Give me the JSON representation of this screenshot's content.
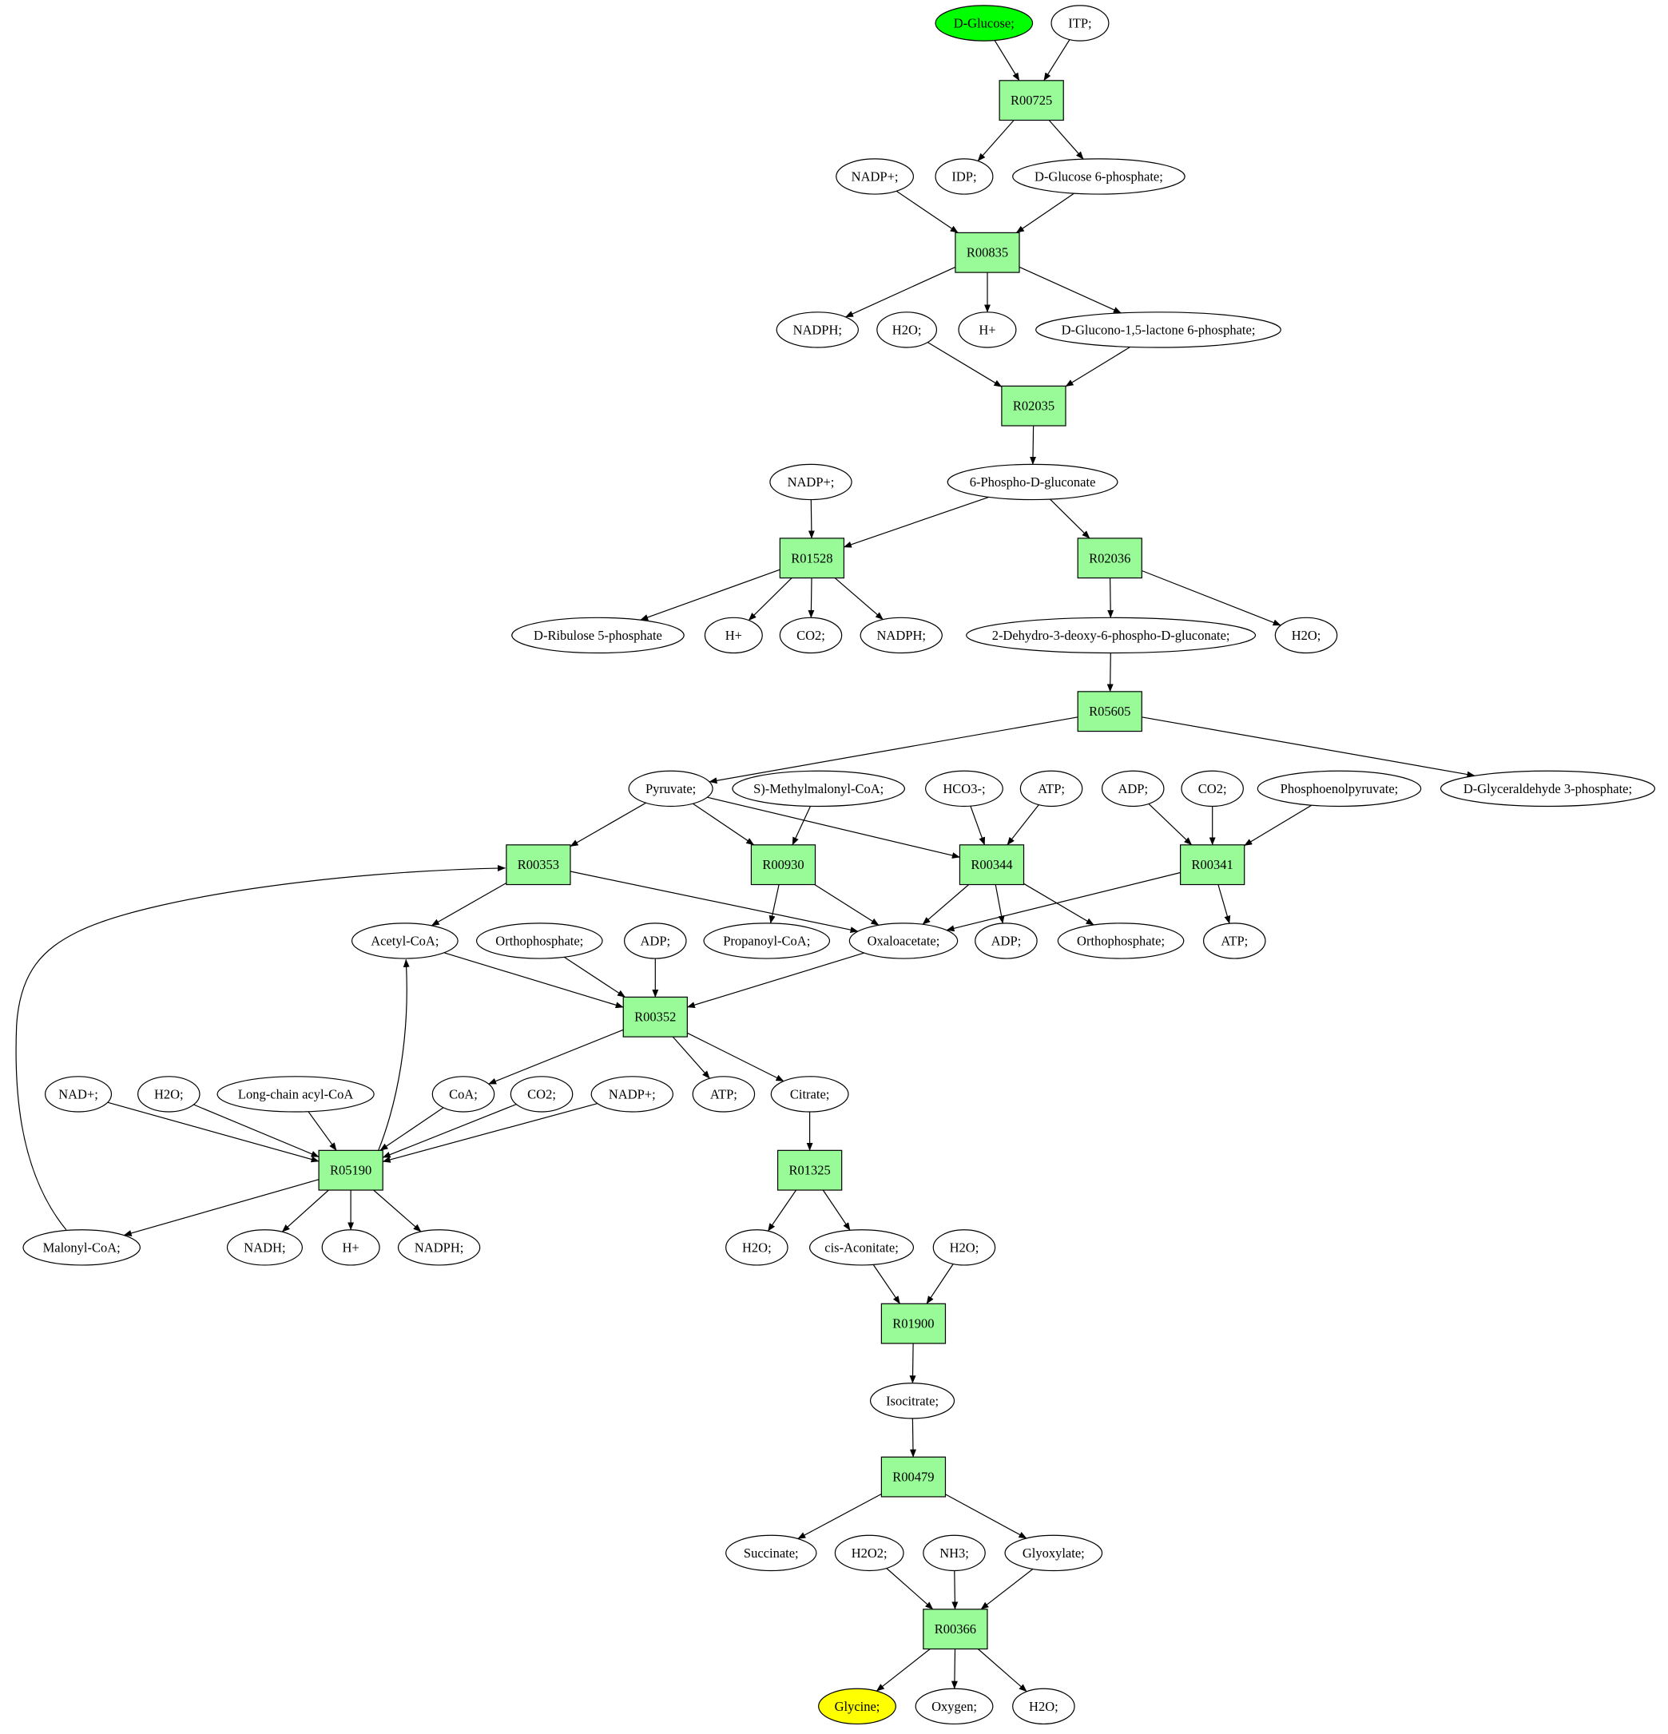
{
  "colors": {
    "reaction_fill": "#98fb98",
    "metabolite_fill": "#ffffff",
    "start_fill": "#00ff00",
    "target_fill": "#ffff00",
    "stroke": "#000000"
  },
  "nodes": {
    "glucose": {
      "label": "D-Glucose;",
      "type": "start"
    },
    "itp": {
      "label": "ITP;",
      "type": "metabolite"
    },
    "R00725": {
      "label": "R00725",
      "type": "reaction"
    },
    "nadp_1": {
      "label": "NADP+;",
      "type": "metabolite"
    },
    "idp": {
      "label": "IDP;",
      "type": "metabolite"
    },
    "g6p": {
      "label": "D-Glucose 6-phosphate;",
      "type": "metabolite"
    },
    "R00835": {
      "label": "R00835",
      "type": "reaction"
    },
    "nadph_1": {
      "label": "NADPH;",
      "type": "metabolite"
    },
    "h2o_1": {
      "label": "H2O;",
      "type": "metabolite"
    },
    "hplus_1": {
      "label": "H+",
      "type": "metabolite"
    },
    "glucono": {
      "label": "D-Glucono-1,5-lactone 6-phosphate;",
      "type": "metabolite"
    },
    "R02035": {
      "label": "R02035",
      "type": "reaction"
    },
    "nadp_2": {
      "label": "NADP+;",
      "type": "metabolite"
    },
    "phosphogluconate": {
      "label": "6-Phospho-D-gluconate",
      "type": "metabolite"
    },
    "R01528": {
      "label": "R01528",
      "type": "reaction"
    },
    "R02036": {
      "label": "R02036",
      "type": "reaction"
    },
    "ribulose": {
      "label": "D-Ribulose 5-phosphate",
      "type": "metabolite"
    },
    "hplus_2": {
      "label": "H+",
      "type": "metabolite"
    },
    "co2_1": {
      "label": "CO2;",
      "type": "metabolite"
    },
    "nadph_2": {
      "label": "NADPH;",
      "type": "metabolite"
    },
    "kdpg": {
      "label": "2-Dehydro-3-deoxy-6-phospho-D-gluconate;",
      "type": "metabolite"
    },
    "h2o_2": {
      "label": "H2O;",
      "type": "metabolite"
    },
    "R05605": {
      "label": "R05605",
      "type": "reaction"
    },
    "pyruvate": {
      "label": "Pyruvate;",
      "type": "metabolite"
    },
    "methylmalonyl": {
      "label": "S)-Methylmalonyl-CoA;",
      "type": "metabolite"
    },
    "hco3": {
      "label": "HCO3-;",
      "type": "metabolite"
    },
    "atp_1": {
      "label": "ATP;",
      "type": "metabolite"
    },
    "adp_1": {
      "label": "ADP;",
      "type": "metabolite"
    },
    "co2_2": {
      "label": "CO2;",
      "type": "metabolite"
    },
    "pep": {
      "label": "Phosphoenolpyruvate;",
      "type": "metabolite"
    },
    "gap": {
      "label": "D-Glyceraldehyde 3-phosphate;",
      "type": "metabolite"
    },
    "R00353": {
      "label": "R00353",
      "type": "reaction"
    },
    "R00930": {
      "label": "R00930",
      "type": "reaction"
    },
    "R00344": {
      "label": "R00344",
      "type": "reaction"
    },
    "R00341": {
      "label": "R00341",
      "type": "reaction"
    },
    "acetylcoa": {
      "label": "Acetyl-CoA;",
      "type": "metabolite"
    },
    "orthophosphate_1": {
      "label": "Orthophosphate;",
      "type": "metabolite"
    },
    "adp_2": {
      "label": "ADP;",
      "type": "metabolite"
    },
    "propanoyl": {
      "label": "Propanoyl-CoA;",
      "type": "metabolite"
    },
    "oxaloacetate": {
      "label": "Oxaloacetate;",
      "type": "metabolite"
    },
    "adp_3": {
      "label": "ADP;",
      "type": "metabolite"
    },
    "orthophosphate_2": {
      "label": "Orthophosphate;",
      "type": "metabolite"
    },
    "atp_2": {
      "label": "ATP;",
      "type": "metabolite"
    },
    "R00352": {
      "label": "R00352",
      "type": "reaction"
    },
    "nad": {
      "label": "NAD+;",
      "type": "metabolite"
    },
    "h2o_3": {
      "label": "H2O;",
      "type": "metabolite"
    },
    "longchain": {
      "label": "Long-chain acyl-CoA",
      "type": "metabolite"
    },
    "coa": {
      "label": "CoA;",
      "type": "metabolite"
    },
    "co2_3": {
      "label": "CO2;",
      "type": "metabolite"
    },
    "nadp_3": {
      "label": "NADP+;",
      "type": "metabolite"
    },
    "atp_3": {
      "label": "ATP;",
      "type": "metabolite"
    },
    "citrate": {
      "label": "Citrate;",
      "type": "metabolite"
    },
    "R05190": {
      "label": "R05190",
      "type": "reaction"
    },
    "R01325": {
      "label": "R01325",
      "type": "reaction"
    },
    "malonyl": {
      "label": "Malonyl-CoA;",
      "type": "metabolite"
    },
    "nadh": {
      "label": "NADH;",
      "type": "metabolite"
    },
    "hplus_3": {
      "label": "H+",
      "type": "metabolite"
    },
    "nadph_3": {
      "label": "NADPH;",
      "type": "metabolite"
    },
    "h2o_4": {
      "label": "H2O;",
      "type": "metabolite"
    },
    "cisaconitate": {
      "label": "cis-Aconitate;",
      "type": "metabolite"
    },
    "h2o_5": {
      "label": "H2O;",
      "type": "metabolite"
    },
    "R01900": {
      "label": "R01900",
      "type": "reaction"
    },
    "isocitrate": {
      "label": "Isocitrate;",
      "type": "metabolite"
    },
    "R00479": {
      "label": "R00479",
      "type": "reaction"
    },
    "succinate": {
      "label": "Succinate;",
      "type": "metabolite"
    },
    "h2o2": {
      "label": "H2O2;",
      "type": "metabolite"
    },
    "nh3": {
      "label": "NH3;",
      "type": "metabolite"
    },
    "glyoxylate": {
      "label": "Glyoxylate;",
      "type": "metabolite"
    },
    "R00366": {
      "label": "R00366",
      "type": "reaction"
    },
    "glycine": {
      "label": "Glycine;",
      "type": "target"
    },
    "oxygen": {
      "label": "Oxygen;",
      "type": "metabolite"
    },
    "h2o_6": {
      "label": "H2O;",
      "type": "metabolite"
    }
  },
  "edges": [
    [
      "glucose",
      "R00725"
    ],
    [
      "itp",
      "R00725"
    ],
    [
      "R00725",
      "idp"
    ],
    [
      "R00725",
      "g6p"
    ],
    [
      "nadp_1",
      "R00835"
    ],
    [
      "g6p",
      "R00835"
    ],
    [
      "R00835",
      "nadph_1"
    ],
    [
      "R00835",
      "hplus_1"
    ],
    [
      "R00835",
      "glucono"
    ],
    [
      "h2o_1",
      "R02035"
    ],
    [
      "glucono",
      "R02035"
    ],
    [
      "R02035",
      "phosphogluconate"
    ],
    [
      "nadp_2",
      "R01528"
    ],
    [
      "phosphogluconate",
      "R01528"
    ],
    [
      "phosphogluconate",
      "R02036"
    ],
    [
      "R01528",
      "ribulose"
    ],
    [
      "R01528",
      "hplus_2"
    ],
    [
      "R01528",
      "co2_1"
    ],
    [
      "R01528",
      "nadph_2"
    ],
    [
      "R02036",
      "kdpg"
    ],
    [
      "R02036",
      "h2o_2"
    ],
    [
      "kdpg",
      "R05605"
    ],
    [
      "R05605",
      "pyruvate"
    ],
    [
      "R05605",
      "gap"
    ],
    [
      "pyruvate",
      "R00353"
    ],
    [
      "pyruvate",
      "R00930"
    ],
    [
      "pyruvate",
      "R00344"
    ],
    [
      "methylmalonyl",
      "R00930"
    ],
    [
      "hco3",
      "R00344"
    ],
    [
      "atp_1",
      "R00344"
    ],
    [
      "adp_1",
      "R00341"
    ],
    [
      "co2_2",
      "R00341"
    ],
    [
      "pep",
      "R00341"
    ],
    [
      "R00353",
      "acetylcoa"
    ],
    [
      "R00353",
      "oxaloacetate"
    ],
    [
      "R00930",
      "propanoyl"
    ],
    [
      "R00930",
      "oxaloacetate"
    ],
    [
      "R00344",
      "oxaloacetate"
    ],
    [
      "R00344",
      "adp_3"
    ],
    [
      "R00344",
      "orthophosphate_2"
    ],
    [
      "R00341",
      "oxaloacetate"
    ],
    [
      "R00341",
      "atp_2"
    ],
    [
      "acetylcoa",
      "R00352"
    ],
    [
      "orthophosphate_1",
      "R00352"
    ],
    [
      "adp_2",
      "R00352"
    ],
    [
      "oxaloacetate",
      "R00352"
    ],
    [
      "R00352",
      "coa"
    ],
    [
      "R00352",
      "atp_3"
    ],
    [
      "R00352",
      "citrate"
    ],
    [
      "nad",
      "R05190"
    ],
    [
      "h2o_3",
      "R05190"
    ],
    [
      "longchain",
      "R05190"
    ],
    [
      "coa",
      "R05190"
    ],
    [
      "co2_3",
      "R05190"
    ],
    [
      "nadp_3",
      "R05190"
    ],
    [
      "R05190",
      "acetylcoa"
    ],
    [
      "R05190",
      "malonyl"
    ],
    [
      "R05190",
      "nadh"
    ],
    [
      "R05190",
      "hplus_3"
    ],
    [
      "R05190",
      "nadph_3"
    ],
    [
      "malonyl",
      "R00353"
    ],
    [
      "citrate",
      "R01325"
    ],
    [
      "R01325",
      "h2o_4"
    ],
    [
      "R01325",
      "cisaconitate"
    ],
    [
      "cisaconitate",
      "R01900"
    ],
    [
      "h2o_5",
      "R01900"
    ],
    [
      "R01900",
      "isocitrate"
    ],
    [
      "isocitrate",
      "R00479"
    ],
    [
      "R00479",
      "succinate"
    ],
    [
      "R00479",
      "glyoxylate"
    ],
    [
      "h2o2",
      "R00366"
    ],
    [
      "nh3",
      "R00366"
    ],
    [
      "glyoxylate",
      "R00366"
    ],
    [
      "R00366",
      "glycine"
    ],
    [
      "R00366",
      "oxygen"
    ],
    [
      "R00366",
      "h2o_6"
    ]
  ]
}
